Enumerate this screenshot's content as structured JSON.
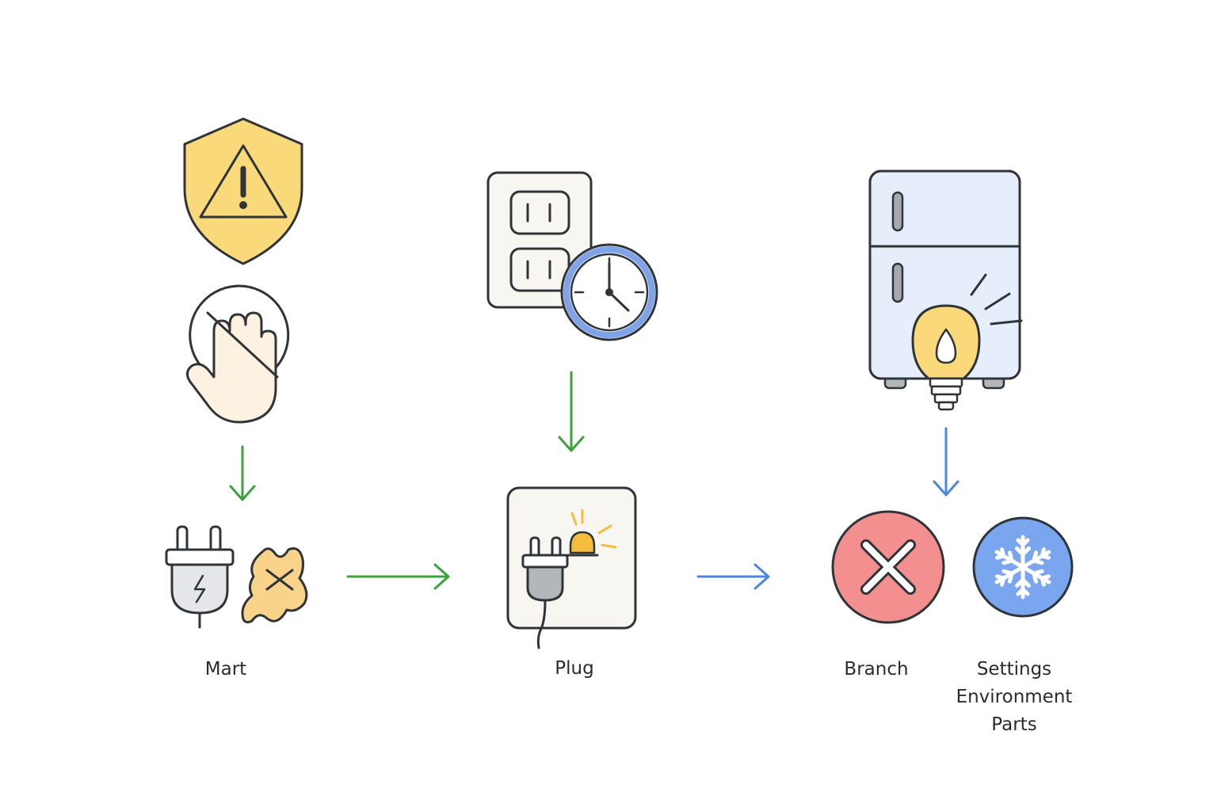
{
  "labels": {
    "mart": "Mart",
    "plug": "Plug",
    "branch": "Branch",
    "settings_lines": [
      "Settings",
      "Environment",
      "Parts"
    ]
  },
  "icons": {
    "column_1": [
      "warning-shield-icon",
      "no-touch-hand-icon",
      "electric-plug-icon",
      "wet-spill-icon"
    ],
    "column_2": [
      "wall-outlet-icon",
      "clock-icon",
      "plug-with-indicator-icon"
    ],
    "column_3": [
      "refrigerator-icon",
      "light-bulb-icon",
      "cancel-x-icon",
      "snowflake-icon"
    ]
  },
  "colors": {
    "stroke": "#2f3438",
    "shield_fill": "#f9d97a",
    "hand_fill": "#fdf1e2",
    "outlet_fill": "#f8f6f0",
    "clock_ring": "#7fa3e6",
    "fridge_fill": "#e6eefc",
    "bulb_fill": "#fbd97b",
    "cancel_fill": "#f48f8f",
    "snow_fill": "#7aa5ef",
    "arrow_green": "#3aa33a",
    "arrow_blue": "#4a88e0"
  }
}
